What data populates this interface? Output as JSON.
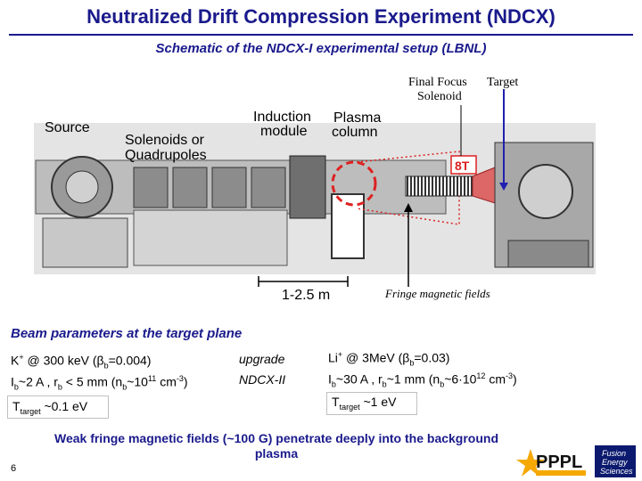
{
  "title": "Neutralized Drift Compression Experiment (NDCX)",
  "subtitle": "Schematic of the NDCX-I experimental setup (LBNL)",
  "diagram": {
    "label_final_focus": "Final Focus",
    "label_solenoid": "Solenoid",
    "label_target": "Target",
    "label_source": "Source",
    "label_solenoids_or": "Solenoids or",
    "label_quadrupoles": "Quadrupoles",
    "label_induction": "Induction",
    "label_module": "module",
    "label_plasma": "Plasma",
    "label_column": "column",
    "label_field": "8T",
    "label_scale": "1-2.5 m",
    "label_fringe": "Fringe magnetic fields"
  },
  "beam_header": "Beam parameters at the target plane",
  "left": {
    "ion": "K",
    "ion_charge": "+",
    "energy": " @ 300 keV (β",
    "energy_sub": "b",
    "energy_end": "=0.004)",
    "i_sym": "I",
    "i_sub": "b",
    "i_val": "~2 A , r",
    "r_sub": "b",
    "r_val": " < 5 mm (n",
    "n_sub": "b",
    "n_val": "~10",
    "n_exp": "11",
    "n_unit": " cm",
    "n_unit_exp": "-3",
    "n_close": ")",
    "t_sym": "T",
    "t_sub": "target",
    "t_val": " ~0.1 eV"
  },
  "upgrade": {
    "label": "upgrade",
    "name": "NDCX-II"
  },
  "right": {
    "ion": "Li",
    "ion_charge": "+",
    "energy": " @ 3MeV  (β",
    "energy_sub": "b",
    "energy_end": "=0.03)",
    "i_sym": "I",
    "i_sub": "b",
    "i_val": "~30 A , r",
    "r_sub": "b",
    "r_val": "~1 mm (n",
    "n_sub": "b",
    "n_val": "~6·10",
    "n_exp": "12",
    "n_unit": " cm",
    "n_unit_exp": "-3",
    "n_close": ")",
    "t_sym": "T",
    "t_sub": "target",
    "t_val": " ~1 eV"
  },
  "note": "Weak fringe magnetic fields (~100 G) penetrate deeply into the background plasma",
  "page_number": "6",
  "logo": {
    "pppl": "PPPL",
    "fes_line1": "Fusion",
    "fes_line2": "Energy",
    "fes_line3": "Sciences"
  },
  "colors": {
    "title": "#1a1a8c",
    "accent_red": "#dd2222",
    "arrow_blue": "#2020b0"
  }
}
